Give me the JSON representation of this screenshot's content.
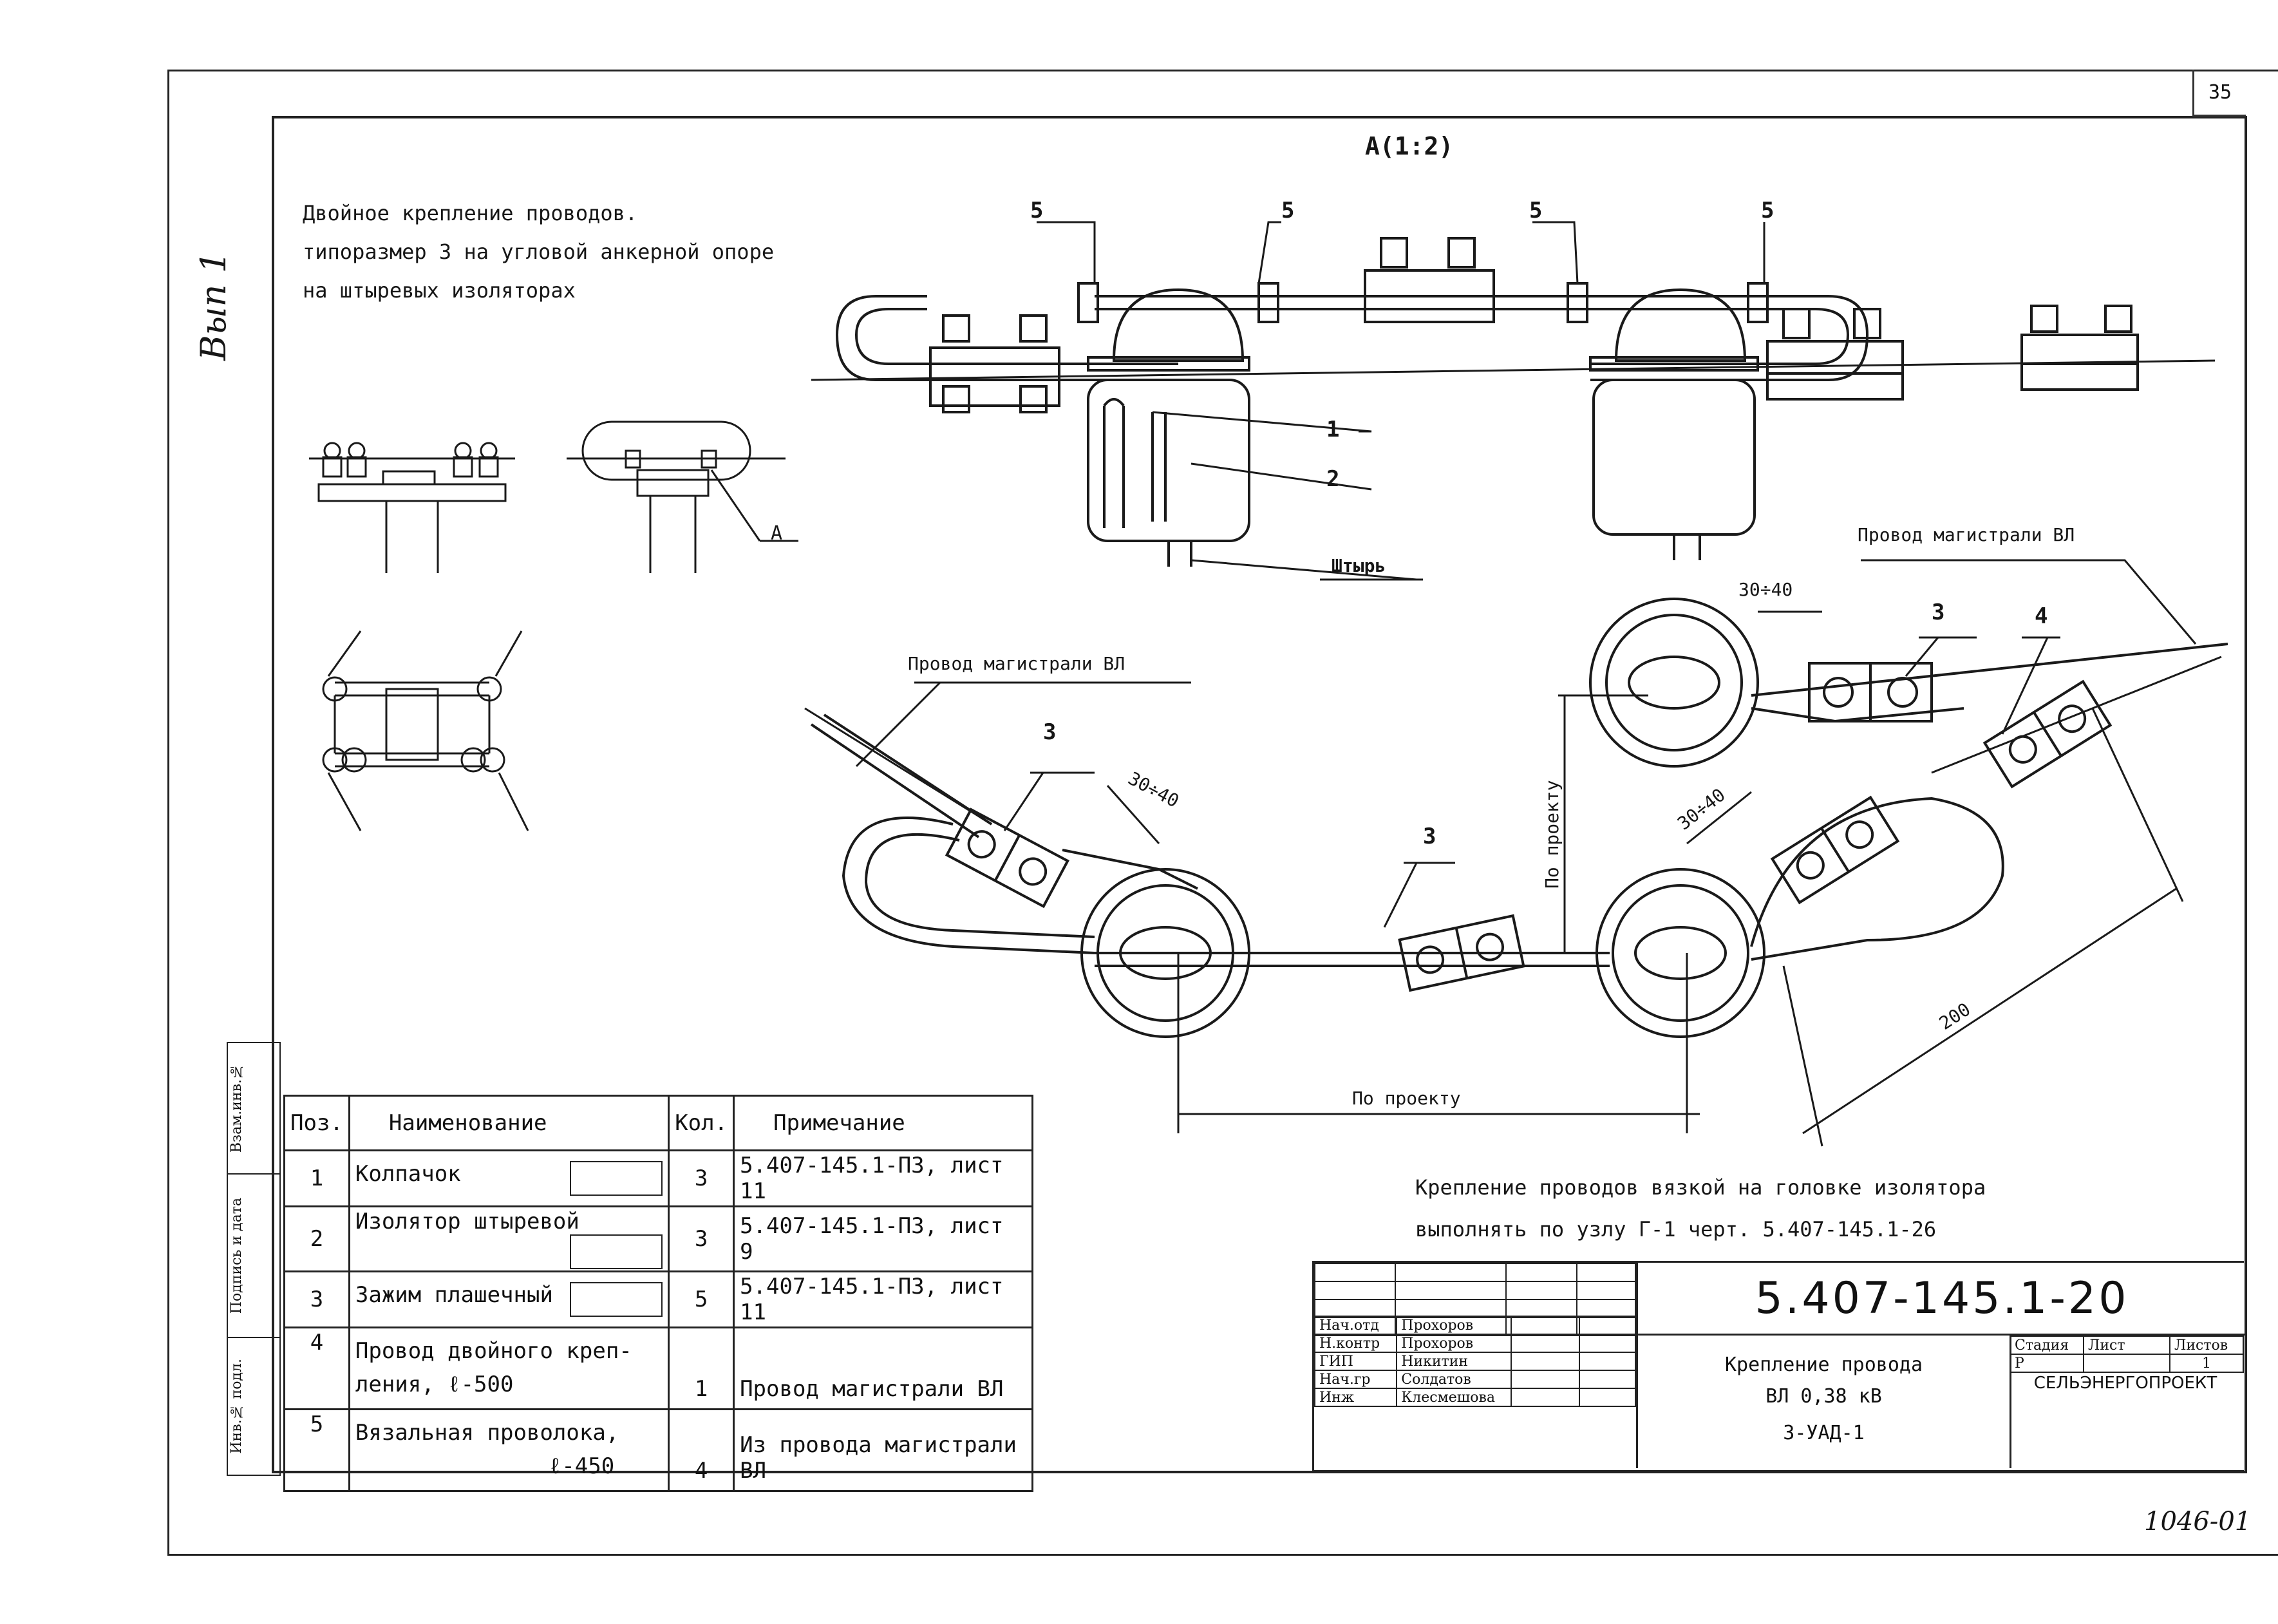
{
  "sheet_number": "35",
  "view_label": "А(1:2)",
  "description": {
    "line1": "Двойное крепление проводов.",
    "line2": "типоразмер 3 на угловой анкерной опоре",
    "line3": "на штыревых изоляторах"
  },
  "handwritten_note": "Вып 1",
  "overview_label": "А",
  "callouts": {
    "c5a": "5",
    "c5b": "5",
    "c5c": "5",
    "c5d": "5",
    "c1": "1",
    "c2": "2",
    "pin": "Штырь",
    "c3a": "3",
    "c3b": "3",
    "c3c": "3",
    "c4": "4",
    "main_wire_left": "Провод магистрали ВЛ",
    "main_wire_right": "Провод магистрали ВЛ",
    "dim_a": "30÷40",
    "dim_b": "30÷40",
    "dim_c": "30÷40",
    "by_project_v": "По проекту",
    "by_project_h": "По проекту",
    "dim_200": "200"
  },
  "note": {
    "line1": "Крепление проводов вязкой на головке изолятора",
    "line2": "выполнять по узлу Г-1 черт. 5.407-145.1-26"
  },
  "spec_table": {
    "headers": {
      "pos": "Поз.",
      "name": "Наименование",
      "qty": "Кол.",
      "note": "Примечание"
    },
    "rows": [
      {
        "pos": "1",
        "name": "Колпачок",
        "qty": "3",
        "note": "5.407-145.1-ПЗ, лист 11"
      },
      {
        "pos": "2",
        "name": "Изолятор штыревой",
        "qty": "3",
        "note": "5.407-145.1-ПЗ, лист 9"
      },
      {
        "pos": "3",
        "name": "Зажим плашечный",
        "qty": "5",
        "note": "5.407-145.1-ПЗ, лист 11"
      },
      {
        "pos": "4",
        "name": "Провод двойного креп-",
        "name2": "ления, ℓ-500",
        "qty": "1",
        "note": "Провод магистрали ВЛ"
      },
      {
        "pos": "5",
        "name": "Вязальная проволока,",
        "name2": "ℓ-450",
        "qty": "4",
        "note": "Из провода магистрали ВЛ"
      }
    ]
  },
  "side_stamp": {
    "c1": "Взам.инв.№",
    "c2": "Подпись и дата",
    "c3": "Инв.№ подл."
  },
  "title_block": {
    "doc_code": "5.407-145.1-20",
    "title1": "Крепление провода",
    "title2": "ВЛ 0,38 кВ",
    "title3": "3-УАД-1",
    "stage_label": "Стадия",
    "sheet_label": "Лист",
    "sheets_label": "Листов",
    "stage": "Р",
    "sheets": "1",
    "org": "СЕЛЬЭНЕРГОПРОЕКТ",
    "roles": [
      {
        "role": "Нач.отд",
        "name": "Прохоров"
      },
      {
        "role": "Н.контр",
        "name": "Прохоров"
      },
      {
        "role": "ГИП",
        "name": "Никитин"
      },
      {
        "role": "Нач.гр",
        "name": "Солдатов"
      },
      {
        "role": "Инж",
        "name": "Клесмешова"
      }
    ]
  },
  "bottom_note": "1046-01"
}
